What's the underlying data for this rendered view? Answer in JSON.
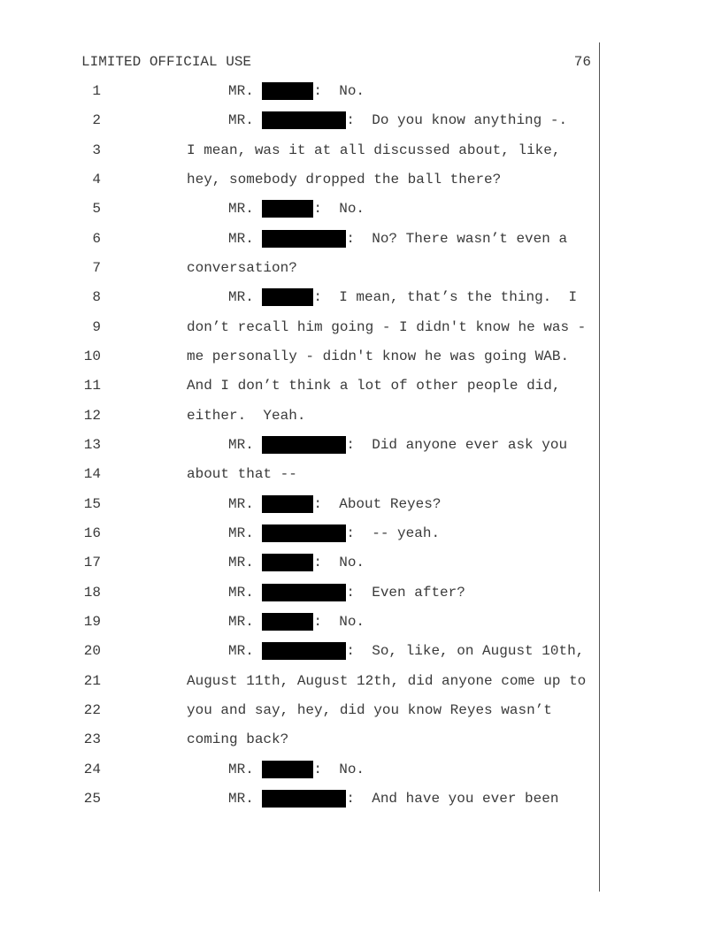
{
  "header": {
    "classification": "LIMITED OFFICIAL USE",
    "page_number": "76"
  },
  "lines": [
    {
      "n": "1",
      "speaker": "MR.",
      "redaction": "short",
      "text": ":  No."
    },
    {
      "n": "2",
      "speaker": "MR.",
      "redaction": "long",
      "text": ":  Do you know anything -."
    },
    {
      "n": "3",
      "text": "I mean, was it at all discussed about, like,"
    },
    {
      "n": "4",
      "text": "hey, somebody dropped the ball there?"
    },
    {
      "n": "5",
      "speaker": "MR.",
      "redaction": "short",
      "text": ":  No."
    },
    {
      "n": "6",
      "speaker": "MR.",
      "redaction": "long",
      "text": ":  No? There wasn’t even a"
    },
    {
      "n": "7",
      "text": "conversation?"
    },
    {
      "n": "8",
      "speaker": "MR.",
      "redaction": "short",
      "text": ":  I mean, that’s the thing.  I"
    },
    {
      "n": "9",
      "text": "don’t recall him going - I didn't know he was -"
    },
    {
      "n": "10",
      "text": "me personally - didn't know he was going WAB."
    },
    {
      "n": "11",
      "text": "And I don’t think a lot of other people did,"
    },
    {
      "n": "12",
      "text": "either.  Yeah."
    },
    {
      "n": "13",
      "speaker": "MR.",
      "redaction": "long",
      "text": ":  Did anyone ever ask you"
    },
    {
      "n": "14",
      "text": "about that --"
    },
    {
      "n": "15",
      "speaker": "MR.",
      "redaction": "short",
      "text": ":  About Reyes?"
    },
    {
      "n": "16",
      "speaker": "MR.",
      "redaction": "long",
      "text": ":  -- yeah."
    },
    {
      "n": "17",
      "speaker": "MR.",
      "redaction": "short",
      "text": ":  No."
    },
    {
      "n": "18",
      "speaker": "MR.",
      "redaction": "long",
      "text": ":  Even after?"
    },
    {
      "n": "19",
      "speaker": "MR.",
      "redaction": "short",
      "text": ":  No."
    },
    {
      "n": "20",
      "speaker": "MR.",
      "redaction": "long",
      "text": ":  So, like, on August 10th,"
    },
    {
      "n": "21",
      "text": "August 11th, August 12th, did anyone come up to"
    },
    {
      "n": "22",
      "text": "you and say, hey, did you know Reyes wasn’t"
    },
    {
      "n": "23",
      "text": "coming back?"
    },
    {
      "n": "24",
      "speaker": "MR.",
      "redaction": "short",
      "text": ":  No."
    },
    {
      "n": "25",
      "speaker": "MR.",
      "redaction": "long",
      "text": ":  And have you ever been"
    }
  ]
}
